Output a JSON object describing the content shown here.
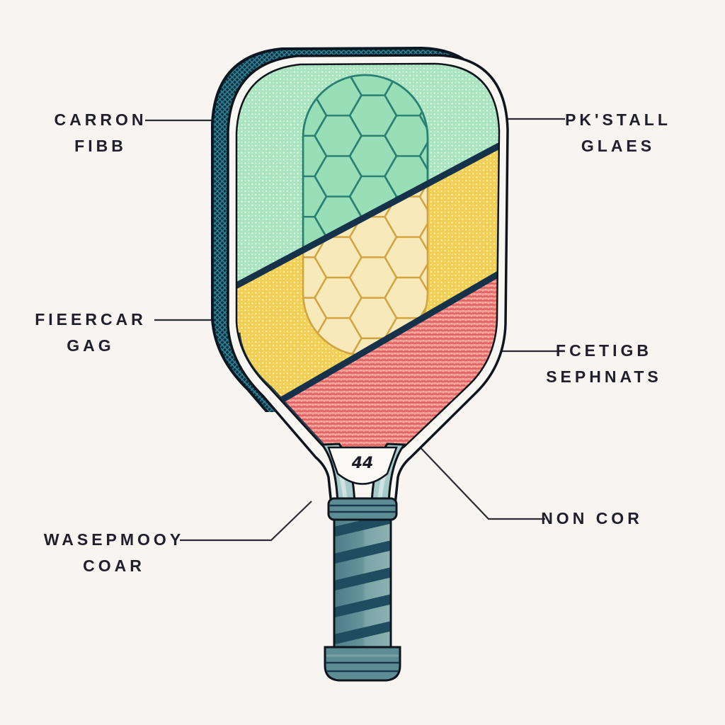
{
  "figure": {
    "subject": "pickleball paddle construction diagram",
    "background_color": "#f7f4f1",
    "labels": {
      "top_left": {
        "line1": "CARRON",
        "line2": "FIBB"
      },
      "top_right": {
        "line1": "PK'STALL",
        "line2": "GLAES"
      },
      "mid_left": {
        "line1": "FIEERCAR",
        "line2": "GAG"
      },
      "mid_right": {
        "line1": "FCETIGB",
        "line2": "SEPHNATS"
      },
      "bottom_left": {
        "line1": "WASEPMOOY",
        "line2": "COAR"
      },
      "bottom_right": {
        "line1": "NON COR"
      }
    },
    "paddle": {
      "throat_marking": "44",
      "face_bands": [
        "green",
        "yellow",
        "red"
      ],
      "colors": {
        "edge_guard": "#12303f",
        "edge_guard_hatch": "#2e8498",
        "rim": "#f7f6f3",
        "band_green": "#a9e3c0",
        "band_yellow": "#f1cf55",
        "band_red": "#ec7a74",
        "honeycomb_green": "#98dfb7",
        "honeycomb_green_line": "#2a8071",
        "honeycomb_yellow": "#f8e9bb",
        "honeycomb_yellow_line": "#d2a440",
        "separator": "#15324a",
        "handle": "#5d8c95",
        "handle_stripe": "#1f4d5f",
        "throat_accent": "#a6caca",
        "label_text": "#20202b",
        "leader_line": "#2c2c34"
      }
    }
  }
}
